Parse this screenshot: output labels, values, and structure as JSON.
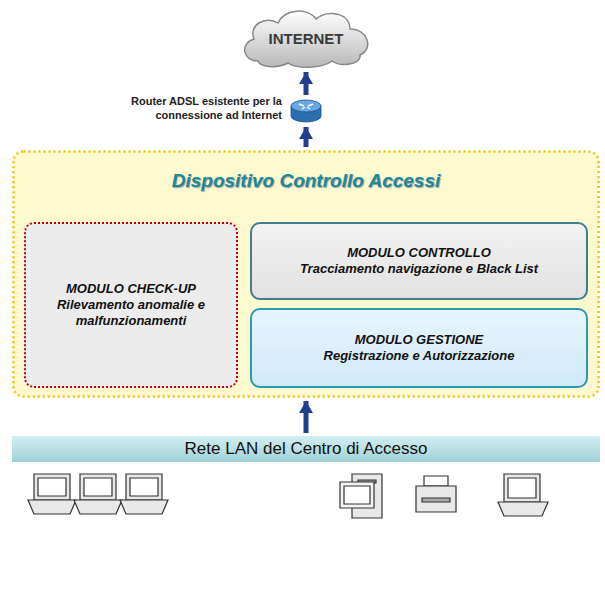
{
  "diagram": {
    "nodes": [
      {
        "text": [
          "INTERNET"
        ]
      },
      {
        "text": [
          "Router ADSL esistente per la connessione ad Internet"
        ]
      },
      {
        "text": [
          "Dispositivo Controllo Accessi"
        ]
      },
      {
        "text": [
          "MODULO CHECK-UP",
          "Rilevamento anomalie e malfunzionamenti"
        ],
        "in": 2
      },
      {
        "text": [
          "MODULO CONTROLLO",
          "Tracciamento navigazione e Black List"
        ],
        "in": 2
      },
      {
        "text": [
          "MODULO GESTIONE",
          "Registrazione e Autorizzazione"
        ],
        "in": 2
      },
      {
        "text": [
          "Rete LAN del Centro di Accesso"
        ]
      }
    ],
    "edges": [
      {
        "from": 1,
        "to": 0,
        "arrow": "to"
      },
      {
        "from": 2,
        "to": 1,
        "arrow": "to"
      },
      {
        "from": 6,
        "to": 2,
        "arrow": "to"
      }
    ]
  }
}
